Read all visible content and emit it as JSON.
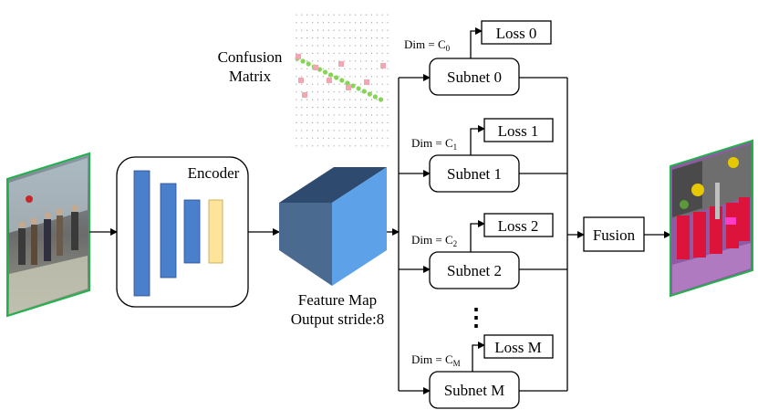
{
  "encoder": {
    "label": "Encoder"
  },
  "feature_map": {
    "line1": "Feature Map",
    "line2": "Output stride:8"
  },
  "confusion_matrix": {
    "line1": "Confusion",
    "line2": "Matrix"
  },
  "subnets": [
    {
      "name": "Subnet 0",
      "loss": "Loss 0",
      "dim_prefix": "Dim = C",
      "dim_sub": "0"
    },
    {
      "name": "Subnet 1",
      "loss": "Loss 1",
      "dim_prefix": "Dim = C",
      "dim_sub": "1"
    },
    {
      "name": "Subnet 2",
      "loss": "Loss 2",
      "dim_prefix": "Dim = C",
      "dim_sub": "2"
    },
    {
      "name": "Subnet M",
      "loss": "Loss M",
      "dim_prefix": "Dim = C",
      "dim_sub": "M"
    }
  ],
  "ellipsis": "⋮",
  "fusion": {
    "label": "Fusion"
  },
  "colors": {
    "encoder_block_blue": "#4a7fcc",
    "encoder_block_yellow": "#fde49a",
    "cube_top": "#2e4a6e",
    "cube_front": "#4a6a8f",
    "cube_side": "#5da2e8",
    "image_border": "#22b14c"
  }
}
